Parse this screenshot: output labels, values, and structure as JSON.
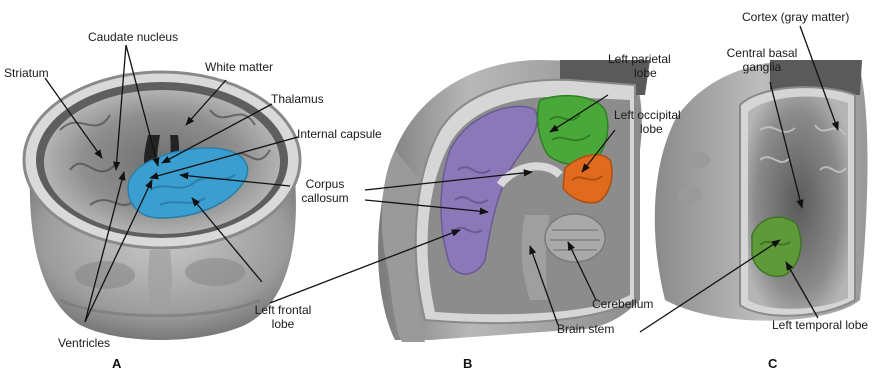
{
  "labels": {
    "striatum": "Striatum",
    "caudate_nucleus": "Caudate nucleus",
    "white_matter": "White matter",
    "thalamus": "Thalamus",
    "internal_capsule": "Internal capsule",
    "corpus_callosum_1": "Corpus",
    "corpus_callosum_2": "callosum",
    "left_frontal_lobe_1": "Left frontal",
    "left_frontal_lobe_2": "lobe",
    "ventricles": "Ventricles",
    "left_parietal_lobe_1": "Left parietal",
    "left_parietal_lobe_2": "lobe",
    "left_occipital_lobe_1": "Left occipital",
    "left_occipital_lobe_2": "lobe",
    "cerebellum": "Cerebellum",
    "brain_stem": "Brain stem",
    "cortex": "Cortex (gray matter)",
    "central_basal_ganglia_1": "Central basal",
    "central_basal_ganglia_2": "ganglia",
    "left_temporal_lobe": "Left temporal lobe"
  },
  "panels": {
    "a": "A",
    "b": "B",
    "c": "C"
  },
  "colors": {
    "frontal_lobe": "#3a9fd0",
    "parietal_lobe": "#4aa83a",
    "occipital_lobe": "#e06a1e",
    "hemisphere_medial": "#8a78b8",
    "temporal_lobe": "#5f9a3a",
    "skin": "#a6a6a6"
  }
}
